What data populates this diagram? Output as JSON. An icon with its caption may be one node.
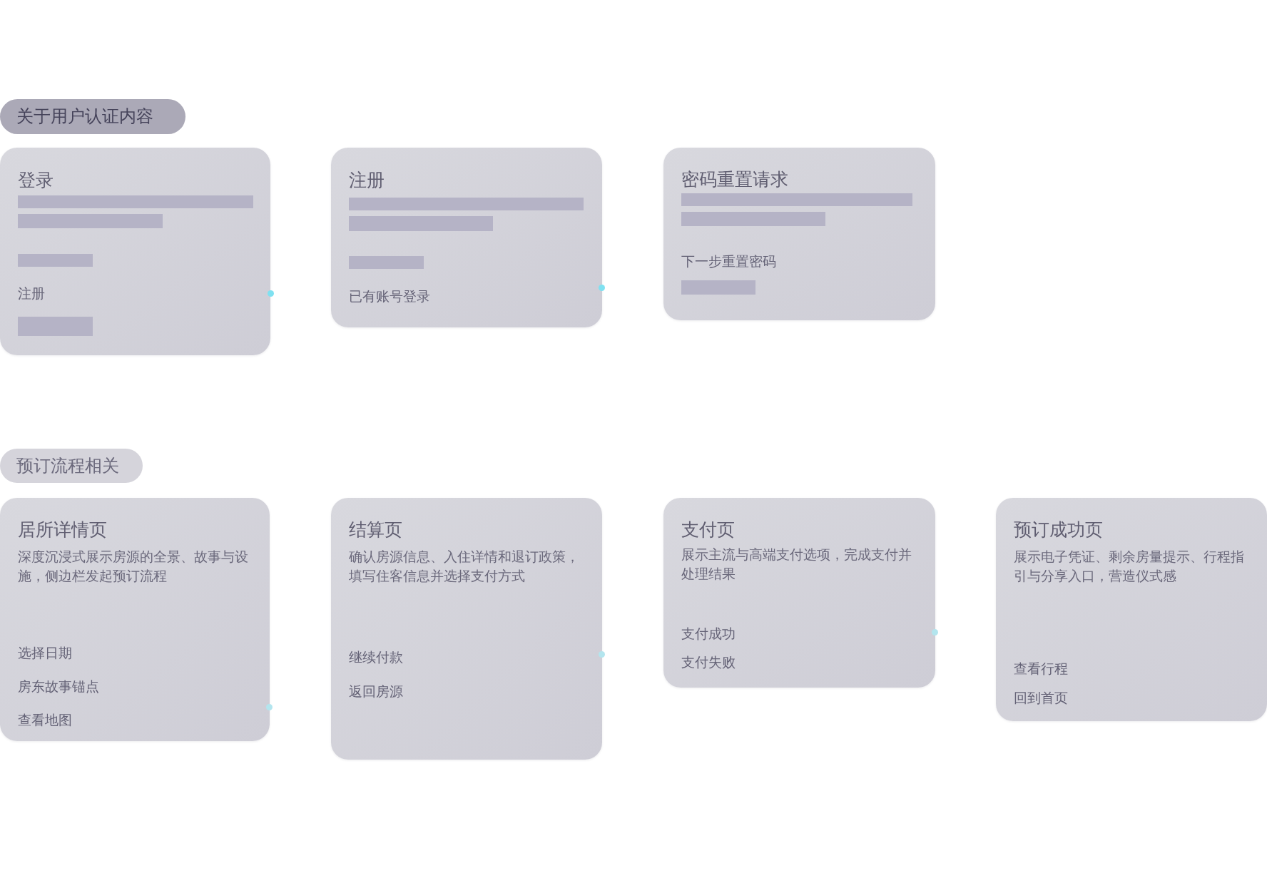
{
  "diagram": {
    "nodes": [
      {
        "text": [
          "关于用户认证内容"
        ]
      },
      {
        "text": [
          "登录",
          "注册"
        ]
      },
      {
        "text": [
          "注册",
          "已有账号登录"
        ]
      },
      {
        "text": [
          "密码重置请求",
          "下一步重置密码"
        ]
      },
      {
        "text": [
          "预订流程相关"
        ]
      },
      {
        "text": [
          "居所详情页",
          "深度沉浸式展示房源的全景、故事与设施，侧边栏发起预订流程",
          "选择日期",
          "房东故事锚点",
          "查看地图"
        ]
      },
      {
        "text": [
          "结算页",
          "确认房源信息、入住详情和退订政策，填写住客信息并选择支付方式",
          "继续付款",
          "返回房源"
        ]
      },
      {
        "text": [
          "支付页",
          "展示主流与高端支付选项，完成支付并处理结果",
          "支付成功",
          "支付失败"
        ]
      },
      {
        "text": [
          "预订成功页",
          "展示电子凭证、剩余房量提示、行程指引与分享入口，营造仪式感",
          "查看行程",
          "回到首页"
        ]
      }
    ]
  }
}
